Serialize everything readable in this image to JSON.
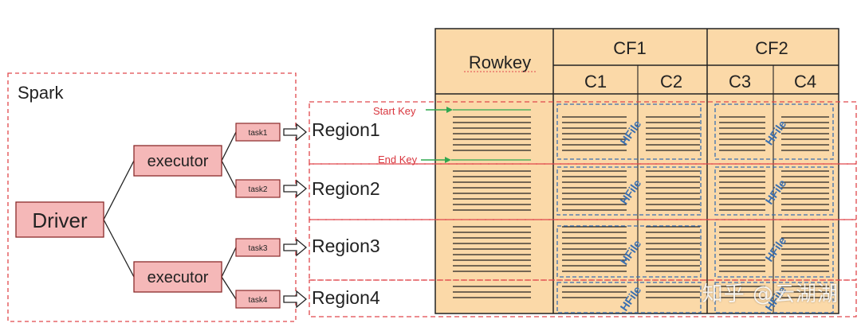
{
  "spark": {
    "title": "Spark",
    "driver_label": "Driver",
    "executors": [
      "executor",
      "executor"
    ],
    "tasks": [
      "task1",
      "task2",
      "task3",
      "task4"
    ]
  },
  "regions": [
    "Region1",
    "Region2",
    "Region3",
    "Region4"
  ],
  "table": {
    "rowkey_header": "Rowkey",
    "column_families": [
      {
        "name": "CF1",
        "columns": [
          "C1",
          "C2"
        ]
      },
      {
        "name": "CF2",
        "columns": [
          "C3",
          "C4"
        ]
      }
    ],
    "hfile_label": "HFile",
    "start_key_label": "Start Key",
    "end_key_label": "End Key"
  },
  "watermark": "知乎 @云湖湖",
  "colors": {
    "node_fill": "#f5b8b8",
    "node_stroke": "#8a2a2a",
    "table_fill": "#fbd9a8",
    "dashed_red": "#e0474c",
    "hfile_blue": "#3a6fb0",
    "key_arrow_green": "#2fa84f",
    "key_label_red": "#d9363e"
  }
}
